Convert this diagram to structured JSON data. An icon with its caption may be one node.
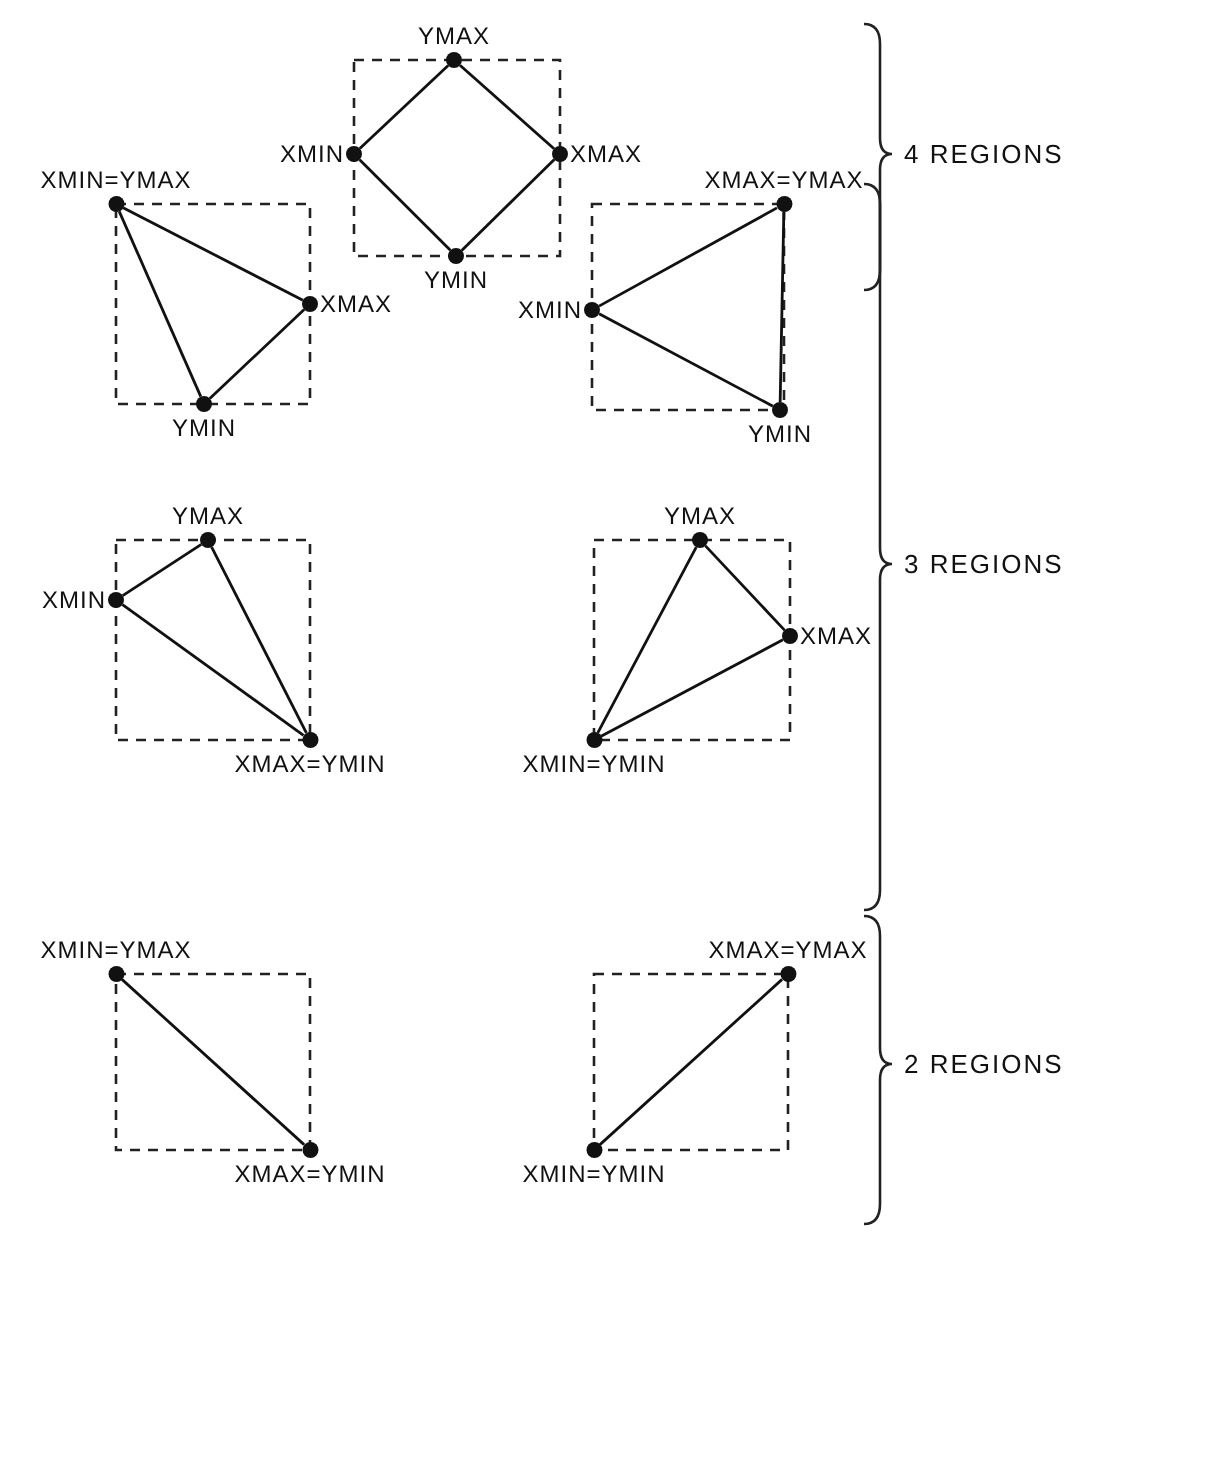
{
  "diagram": {
    "nodes": [
      {
        "text": [
          "YMAX"
        ]
      },
      {
        "text": [
          "XMIN"
        ]
      },
      {
        "text": [
          "XMAX"
        ]
      },
      {
        "text": [
          "YMIN"
        ]
      },
      {
        "text": [
          "XMIN=YMAX"
        ]
      },
      {
        "text": [
          "XMAX"
        ]
      },
      {
        "text": [
          "YMIN"
        ]
      },
      {
        "text": [
          "XMAX=YMAX"
        ]
      },
      {
        "text": [
          "XMIN"
        ]
      },
      {
        "text": [
          "YMIN"
        ]
      },
      {
        "text": [
          "YMAX"
        ]
      },
      {
        "text": [
          "XMIN"
        ]
      },
      {
        "text": [
          "XMAX=YMIN"
        ]
      },
      {
        "text": [
          "YMAX"
        ]
      },
      {
        "text": [
          "XMAX"
        ]
      },
      {
        "text": [
          "XMIN=YMIN"
        ]
      },
      {
        "text": [
          "XMIN=YMAX"
        ]
      },
      {
        "text": [
          "XMAX=YMIN"
        ]
      },
      {
        "text": [
          "XMAX=YMAX"
        ]
      },
      {
        "text": [
          "XMIN=YMIN"
        ]
      }
    ],
    "edges": [
      {
        "from": 0,
        "to": 2,
        "arrow": "none"
      },
      {
        "from": 2,
        "to": 3,
        "arrow": "none"
      },
      {
        "from": 3,
        "to": 1,
        "arrow": "none"
      },
      {
        "from": 1,
        "to": 0,
        "arrow": "none"
      },
      {
        "from": 4,
        "to": 5,
        "arrow": "none"
      },
      {
        "from": 5,
        "to": 6,
        "arrow": "none"
      },
      {
        "from": 6,
        "to": 4,
        "arrow": "none"
      },
      {
        "from": 7,
        "to": 8,
        "arrow": "none"
      },
      {
        "from": 8,
        "to": 9,
        "arrow": "none"
      },
      {
        "from": 9,
        "to": 7,
        "arrow": "none"
      },
      {
        "from": 10,
        "to": 11,
        "arrow": "none"
      },
      {
        "from": 11,
        "to": 12,
        "arrow": "none"
      },
      {
        "from": 12,
        "to": 10,
        "arrow": "none"
      },
      {
        "from": 13,
        "to": 14,
        "arrow": "none"
      },
      {
        "from": 14,
        "to": 15,
        "arrow": "none"
      },
      {
        "from": 15,
        "to": 13,
        "arrow": "none"
      },
      {
        "from": 16,
        "to": 17,
        "arrow": "none"
      },
      {
        "from": 18,
        "to": 19,
        "arrow": "none"
      }
    ],
    "labels": [
      "4 REGIONS",
      "3 REGIONS",
      "2 REGIONS"
    ]
  }
}
